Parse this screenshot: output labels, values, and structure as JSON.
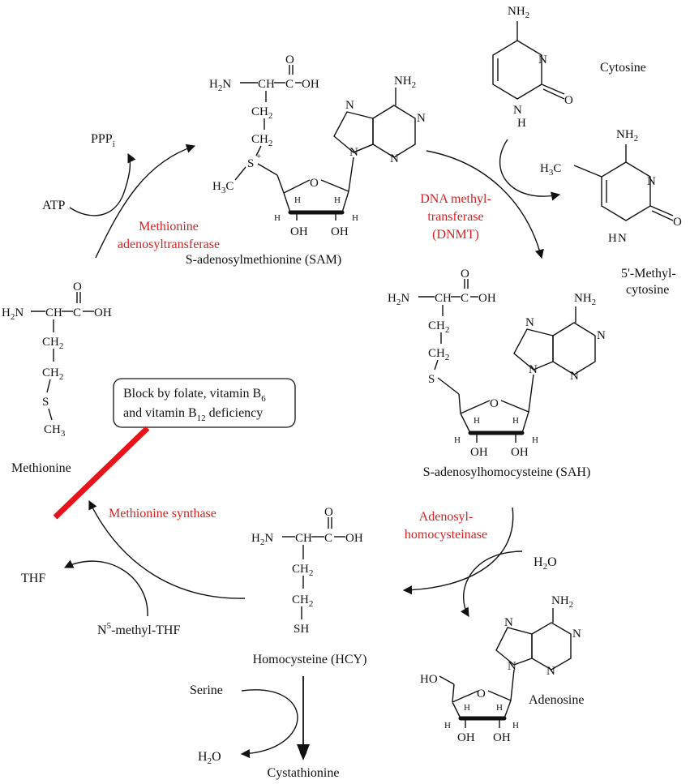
{
  "compounds": {
    "sam": "S-adenosylmethionine (SAM)",
    "sah": "S-adenosylhomocysteine (SAH)",
    "methionine": "Methionine",
    "homocysteine": "Homocysteine (HCY)",
    "adenosine": "Adenosine",
    "cytosine": "Cytosine",
    "methylcytosine_1": "5'-Methyl-",
    "methylcytosine_2": "cytosine",
    "cystathionine": "Cystathionine"
  },
  "enzymes": {
    "mat_1": "Methionine",
    "mat_2": "adenosyltransferase",
    "dnmt_1": "DNA methyl-",
    "dnmt_2": "transferase",
    "dnmt_3": "(DNMT)",
    "ahcy_1": "Adenosyl-",
    "ahcy_2": "homocysteinase",
    "ms": "Methionine synthase"
  },
  "cofactors": {
    "atp": "ATP",
    "ppp": "PPP",
    "ppp_sub": "i",
    "thf": "THF",
    "n5_sup": "5",
    "n5": "-methyl-THF",
    "n5_prefix": "N",
    "h2o_1": "H",
    "h2o_sub": "2",
    "h2o_2": "O",
    "serine": "Serine"
  },
  "block_box": {
    "line1": "Block by folate, vitamin B",
    "line1_sub": "6",
    "line2_a": "and vitamin B",
    "line2_sub": "12",
    "line2_b": " deficiency"
  },
  "atoms": {
    "nh2": "NH",
    "h2n": "H",
    "two": "2",
    "n_sym": "N",
    "o_sym": "O",
    "oh": "OH",
    "ho": "HO",
    "h": "H",
    "s": "S",
    "s_plus": "+",
    "ch2": "CH",
    "ch3": "CH",
    "three": "3",
    "sh": "SH",
    "h3c": "H",
    "c_sym": "C",
    "cooh_c": "C",
    "ch_c": "CH"
  },
  "colors": {
    "enzyme": "#d81e1e",
    "block_bar": "#e8141a",
    "ink": "#111111"
  }
}
